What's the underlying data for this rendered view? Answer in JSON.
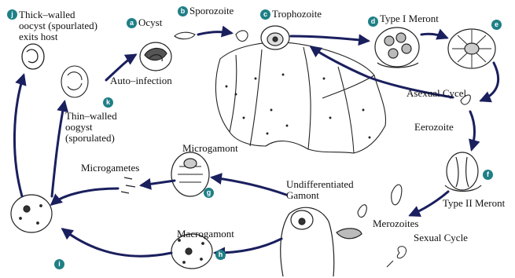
{
  "colors": {
    "arrow": "#1a1f5e",
    "badge": "#1f7f86",
    "ink": "#111111"
  },
  "stages": {
    "a": {
      "badge": "a",
      "label": "Ocyst"
    },
    "b": {
      "badge": "b",
      "label": "Sporozoite"
    },
    "c": {
      "badge": "c",
      "label": "Trophozoite"
    },
    "d": {
      "badge": "d",
      "label": "Type I Meront"
    },
    "e": {
      "badge": "e",
      "label": ""
    },
    "f": {
      "badge": "f",
      "label": "Type II Meront"
    },
    "g": {
      "badge": "g",
      "label": "Microgamont"
    },
    "h": {
      "badge": "h",
      "label": "Macrogamont"
    },
    "i": {
      "badge": "i",
      "label": ""
    },
    "j": {
      "badge": "j",
      "label": "Thick–walled\noocyst (spourlated)\nexits host"
    },
    "k": {
      "badge": "k",
      "label": "Thin–walled\noogyst\n(sporulated)"
    }
  },
  "annotations": {
    "auto_infection": "Auto–infection",
    "asexual_cycle": "Asexual Cycel",
    "eerozoite": "Eerozoite",
    "merozoites": "Merozoites",
    "sexual_cycle": "Sexual Cycle",
    "microgametes": "Microgametes",
    "undifferentiated": "Undifferentiated\nGamont"
  }
}
